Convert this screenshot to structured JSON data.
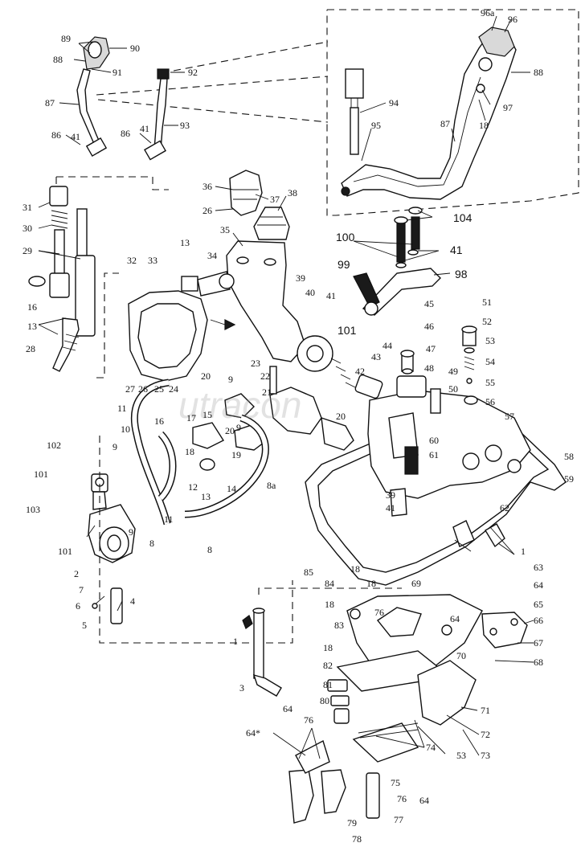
{
  "watermark": "utracon",
  "inset_labels": {
    "l96a": "96a",
    "l96": "96",
    "l88": "88",
    "l94": "94",
    "l97": "97",
    "l18": "18",
    "l95": "95",
    "l87": "87"
  },
  "labels": {
    "l89": "89",
    "l90": "90",
    "l88": "88",
    "l91": "91",
    "l92": "92",
    "l87": "87",
    "l93": "93",
    "l86a": "86",
    "l41a": "41",
    "l86b": "86",
    "l41b": "41",
    "l36": "36",
    "l37": "37",
    "l38": "38",
    "l26a": "26",
    "l35": "35",
    "l31": "31",
    "l30": "30",
    "l29": "29",
    "l16a": "16",
    "l13a": "13",
    "l28": "28",
    "l32": "32",
    "l33": "33",
    "l13b": "13",
    "l34": "34",
    "l104": "104",
    "l100": "100",
    "l41c": "41",
    "l99": "99",
    "l98": "98",
    "l101a": "101",
    "l39a": "39",
    "l40": "40",
    "l41d": "41",
    "l45": "45",
    "l46": "46",
    "l51": "51",
    "l52": "52",
    "l53": "53",
    "l54": "54",
    "l55": "55",
    "l56": "56",
    "l23": "23",
    "l43": "43",
    "l44": "44",
    "l47": "47",
    "l42": "42",
    "l48": "48",
    "l49": "49",
    "l50": "50",
    "l22": "22",
    "l20a": "20",
    "l9a": "9",
    "l21": "21",
    "l27": "27",
    "l26b": "26",
    "l25": "25",
    "l24": "24",
    "l11a": "11",
    "l16b": "16",
    "l17": "17",
    "l15": "15",
    "l10": "10",
    "l9b": "9",
    "l20b": "20",
    "l57": "57",
    "l58": "58",
    "l59": "59",
    "l102": "102",
    "l101b": "101",
    "l9c": "9",
    "l20c": "20",
    "l19": "19",
    "l18a": "18",
    "l60": "60",
    "l61": "61",
    "l103": "103",
    "l12": "12",
    "l11b": "11",
    "l14": "14",
    "l13c": "13",
    "l8a": "8a",
    "l39b": "39",
    "l41e": "41",
    "l101c": "101",
    "l9d": "9",
    "l2": "2",
    "l62": "62",
    "l1a": "1",
    "l7": "7",
    "l8b": "8",
    "l8c": "8",
    "l85": "85",
    "l18b": "18",
    "l63": "63",
    "l64a": "64",
    "l84": "84",
    "l18c": "18",
    "l69": "69",
    "l6": "6",
    "l18d": "18",
    "l76a": "76",
    "l65": "65",
    "l4": "4",
    "l5": "5",
    "l66": "66",
    "l64b": "64",
    "l1b": "1",
    "l83": "83",
    "l67": "67",
    "l70": "70",
    "l68": "68",
    "l18e": "18",
    "l82": "82",
    "l3": "3",
    "l81": "81",
    "l71": "71",
    "l80": "80",
    "l72": "72",
    "l64c": "64",
    "l73": "73",
    "l76b": "76",
    "l74": "74",
    "l64star": "64*",
    "l75": "75",
    "l76c": "76",
    "l64d": "64",
    "l79": "79",
    "l77": "77",
    "l78": "78"
  }
}
